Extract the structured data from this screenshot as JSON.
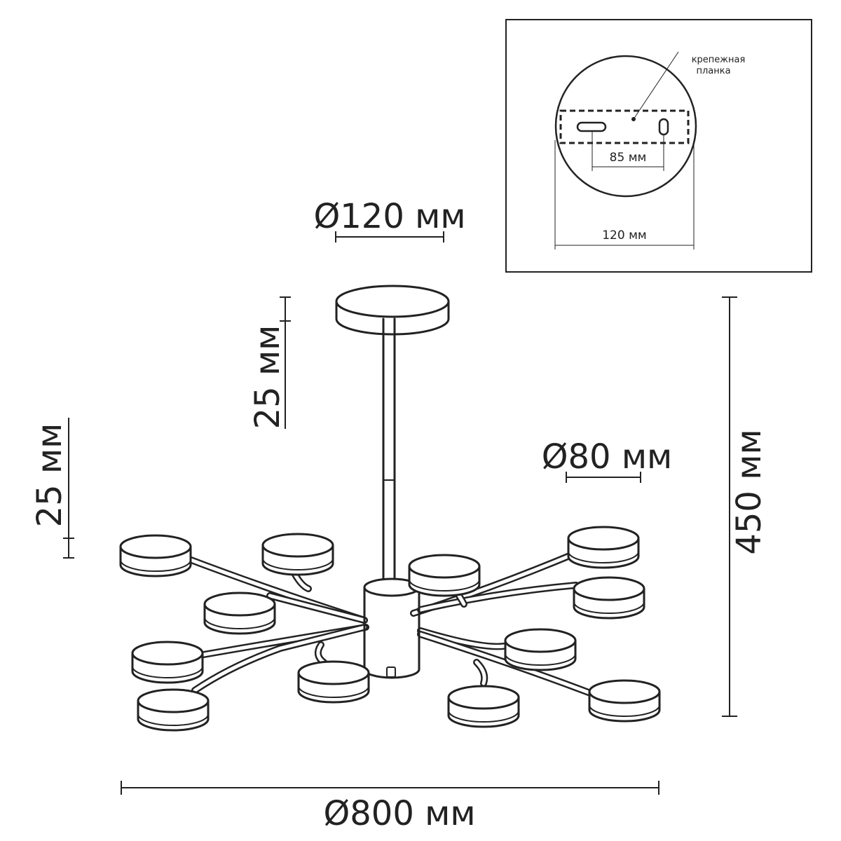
{
  "colors": {
    "line": "#222222",
    "background": "#ffffff"
  },
  "dimensions": {
    "canopy_diameter": "Ø120 мм",
    "shade_diameter": "Ø80 мм",
    "overall_diameter": "Ø800 мм",
    "overall_height": "450 мм",
    "stem_offset": "25 мм",
    "shade_height": "25 мм"
  },
  "inset": {
    "mounting_plate_label_line1": "крепежная",
    "mounting_plate_label_line2": "планка",
    "hole_spacing": "85 мм",
    "plate_width": "120 мм"
  }
}
